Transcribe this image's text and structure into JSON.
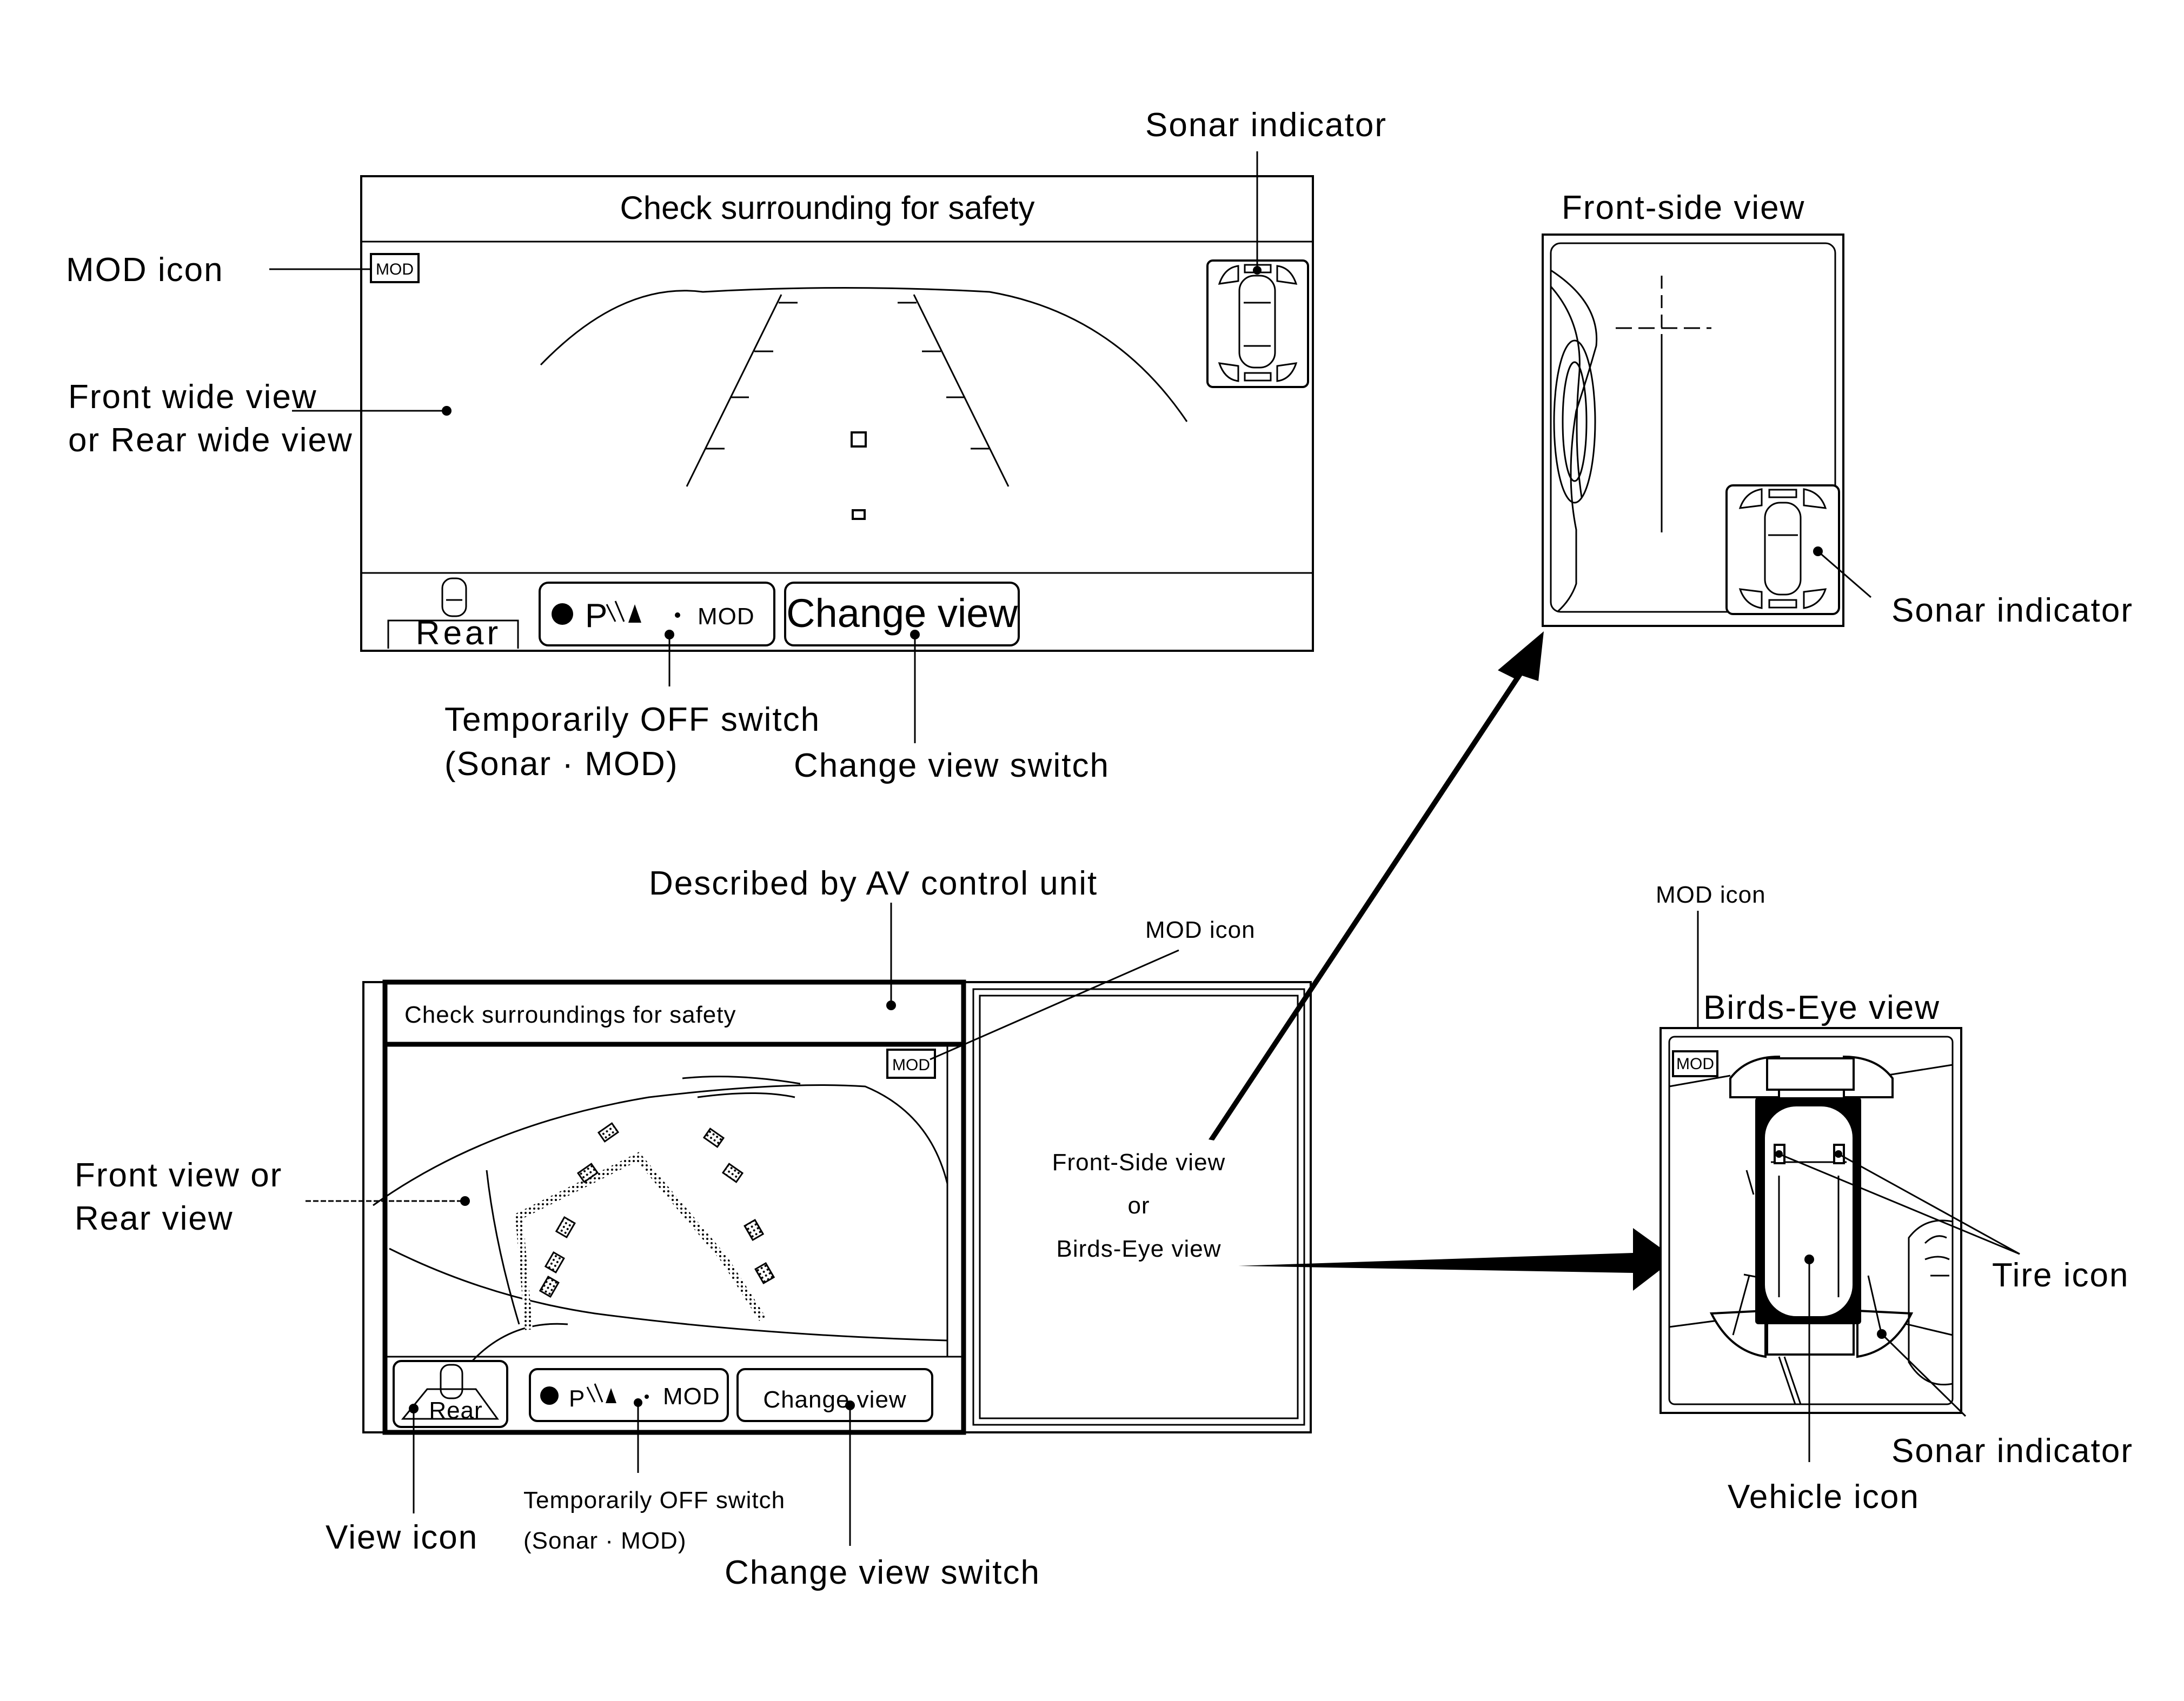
{
  "top_screen": {
    "title": "Check surrounding for safety",
    "mod_badge": "MOD",
    "view_icon_label": "Rear",
    "off_switch": {
      "p_glyph": "P",
      "mod_text": "MOD"
    },
    "change_view_label": "Change view"
  },
  "bottom_screen": {
    "title": "Check surroundings for safety",
    "mod_badge": "MOD",
    "view_icon_label": "Rear",
    "off_switch": {
      "p_glyph": "P",
      "mod_text": "MOD"
    },
    "change_view_label": "Change view",
    "right_panel": {
      "line1": "Front-Side view",
      "line2": "or",
      "line3": "Birds-Eye view"
    }
  },
  "front_side_view": {
    "title": "Front-side view"
  },
  "birds_eye_view": {
    "title": "Birds-Eye view",
    "mod_badge": "MOD"
  },
  "callouts": {
    "sonar_indicator_top": "Sonar indicator",
    "mod_icon_top": "MOD icon",
    "front_wide_line1": "Front wide view",
    "front_wide_line2": "or Rear wide view",
    "temp_off_top_line1": "Temporarily OFF switch",
    "temp_off_top_line2": "(Sonar · MOD)",
    "change_view_switch_top": "Change view switch",
    "sonar_indicator_fs": "Sonar indicator",
    "described_by": "Described by AV control unit",
    "mod_icon_bottom": "MOD icon",
    "front_view_line1": "Front view or",
    "front_view_line2": "Rear view",
    "view_icon": "View icon",
    "temp_off_bottom_line1": "Temporarily OFF switch",
    "temp_off_bottom_line2": "(Sonar · MOD)",
    "change_view_switch_bottom": "Change view switch",
    "mod_icon_be": "MOD icon",
    "tire_icon": "Tire icon",
    "sonar_indicator_be": "Sonar indicator",
    "vehicle_icon": "Vehicle icon"
  },
  "icons": [
    "sonar-car-icon",
    "view-icon-car",
    "speaker-sound-icon",
    "tire-icon",
    "vehicle-icon"
  ]
}
